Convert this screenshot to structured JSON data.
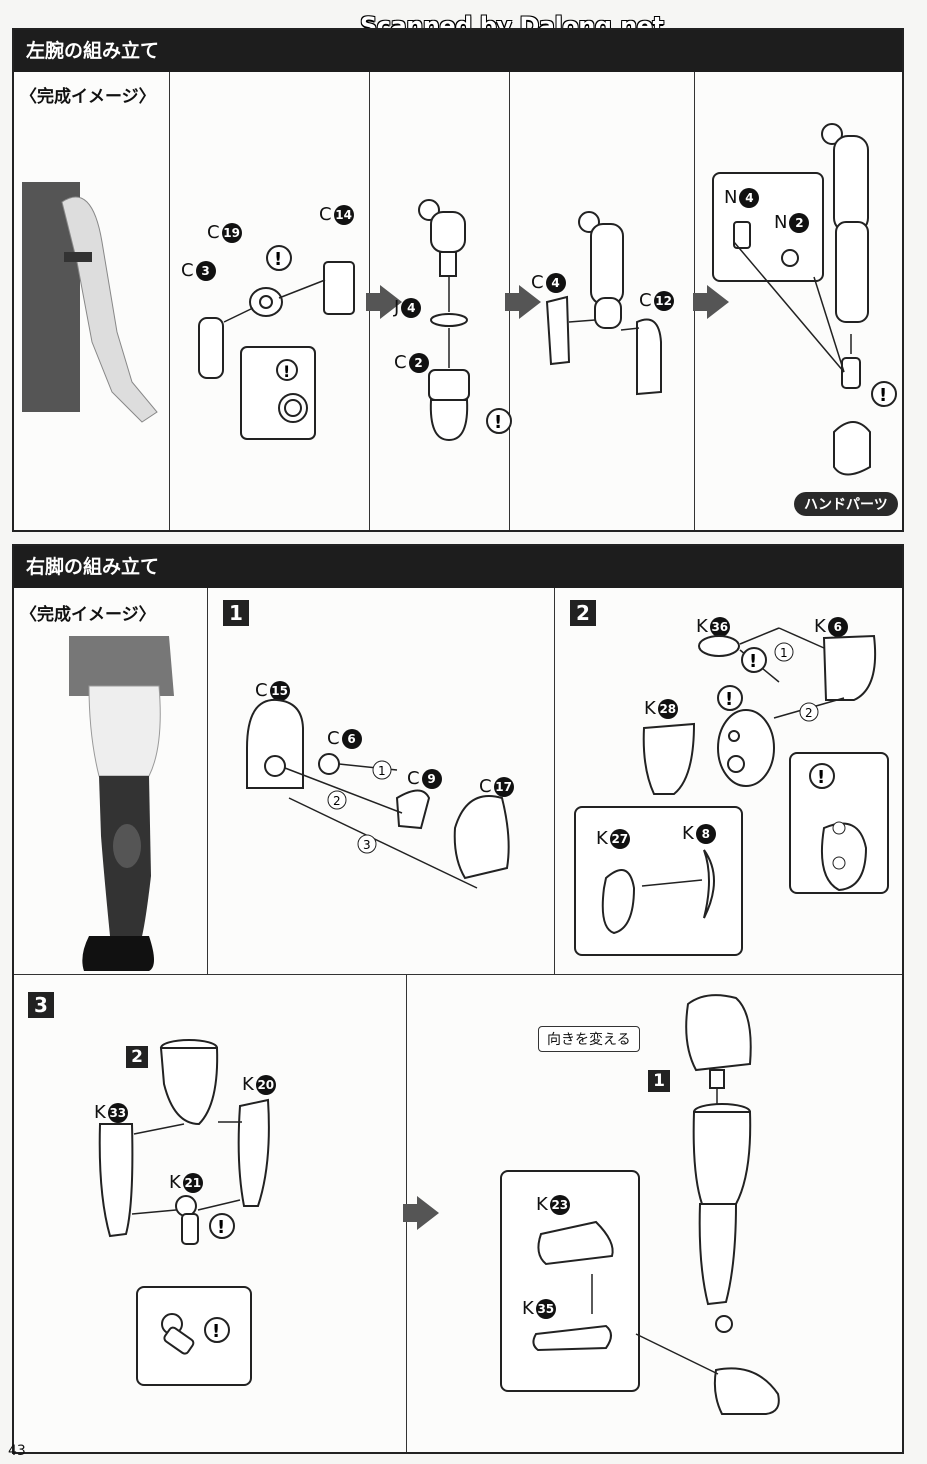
{
  "watermark": "Scanned by Dalong.net",
  "page_number": "43",
  "left_arm": {
    "title": "左腕の組み立て",
    "complete_image_caption": "〈完成イメージ〉",
    "labels": [
      {
        "letter": "C",
        "num": "19"
      },
      {
        "letter": "C",
        "num": "14"
      },
      {
        "letter": "C",
        "num": "3"
      },
      {
        "letter": "J",
        "num": "4"
      },
      {
        "letter": "C",
        "num": "2"
      },
      {
        "letter": "C",
        "num": "4"
      },
      {
        "letter": "C",
        "num": "12"
      },
      {
        "letter": "N",
        "num": "4"
      },
      {
        "letter": "N",
        "num": "2"
      }
    ],
    "hand_parts_tag": "ハンドパーツ"
  },
  "right_leg": {
    "title": "右脚の組み立て",
    "complete_image_caption": "〈完成イメージ〉",
    "step1": {
      "num": "1",
      "labels": [
        {
          "letter": "C",
          "num": "15"
        },
        {
          "letter": "C",
          "num": "6"
        },
        {
          "letter": "C",
          "num": "9"
        },
        {
          "letter": "C",
          "num": "17"
        }
      ],
      "order_marks": [
        "1",
        "2",
        "3"
      ]
    },
    "step2": {
      "num": "2",
      "labels": [
        {
          "letter": "K",
          "num": "36"
        },
        {
          "letter": "K",
          "num": "6"
        },
        {
          "letter": "K",
          "num": "28"
        },
        {
          "letter": "K",
          "num": "27"
        },
        {
          "letter": "K",
          "num": "8"
        }
      ],
      "order_marks": [
        "1",
        "2"
      ]
    },
    "step3": {
      "num": "3",
      "sub_step_ref": "2",
      "labels": [
        {
          "letter": "K",
          "num": "33"
        },
        {
          "letter": "K",
          "num": "20"
        },
        {
          "letter": "K",
          "num": "21"
        },
        {
          "letter": "K",
          "num": "23"
        },
        {
          "letter": "K",
          "num": "35"
        }
      ],
      "sub_step_ref2": "1",
      "turn_tag": "向きを変える"
    }
  }
}
